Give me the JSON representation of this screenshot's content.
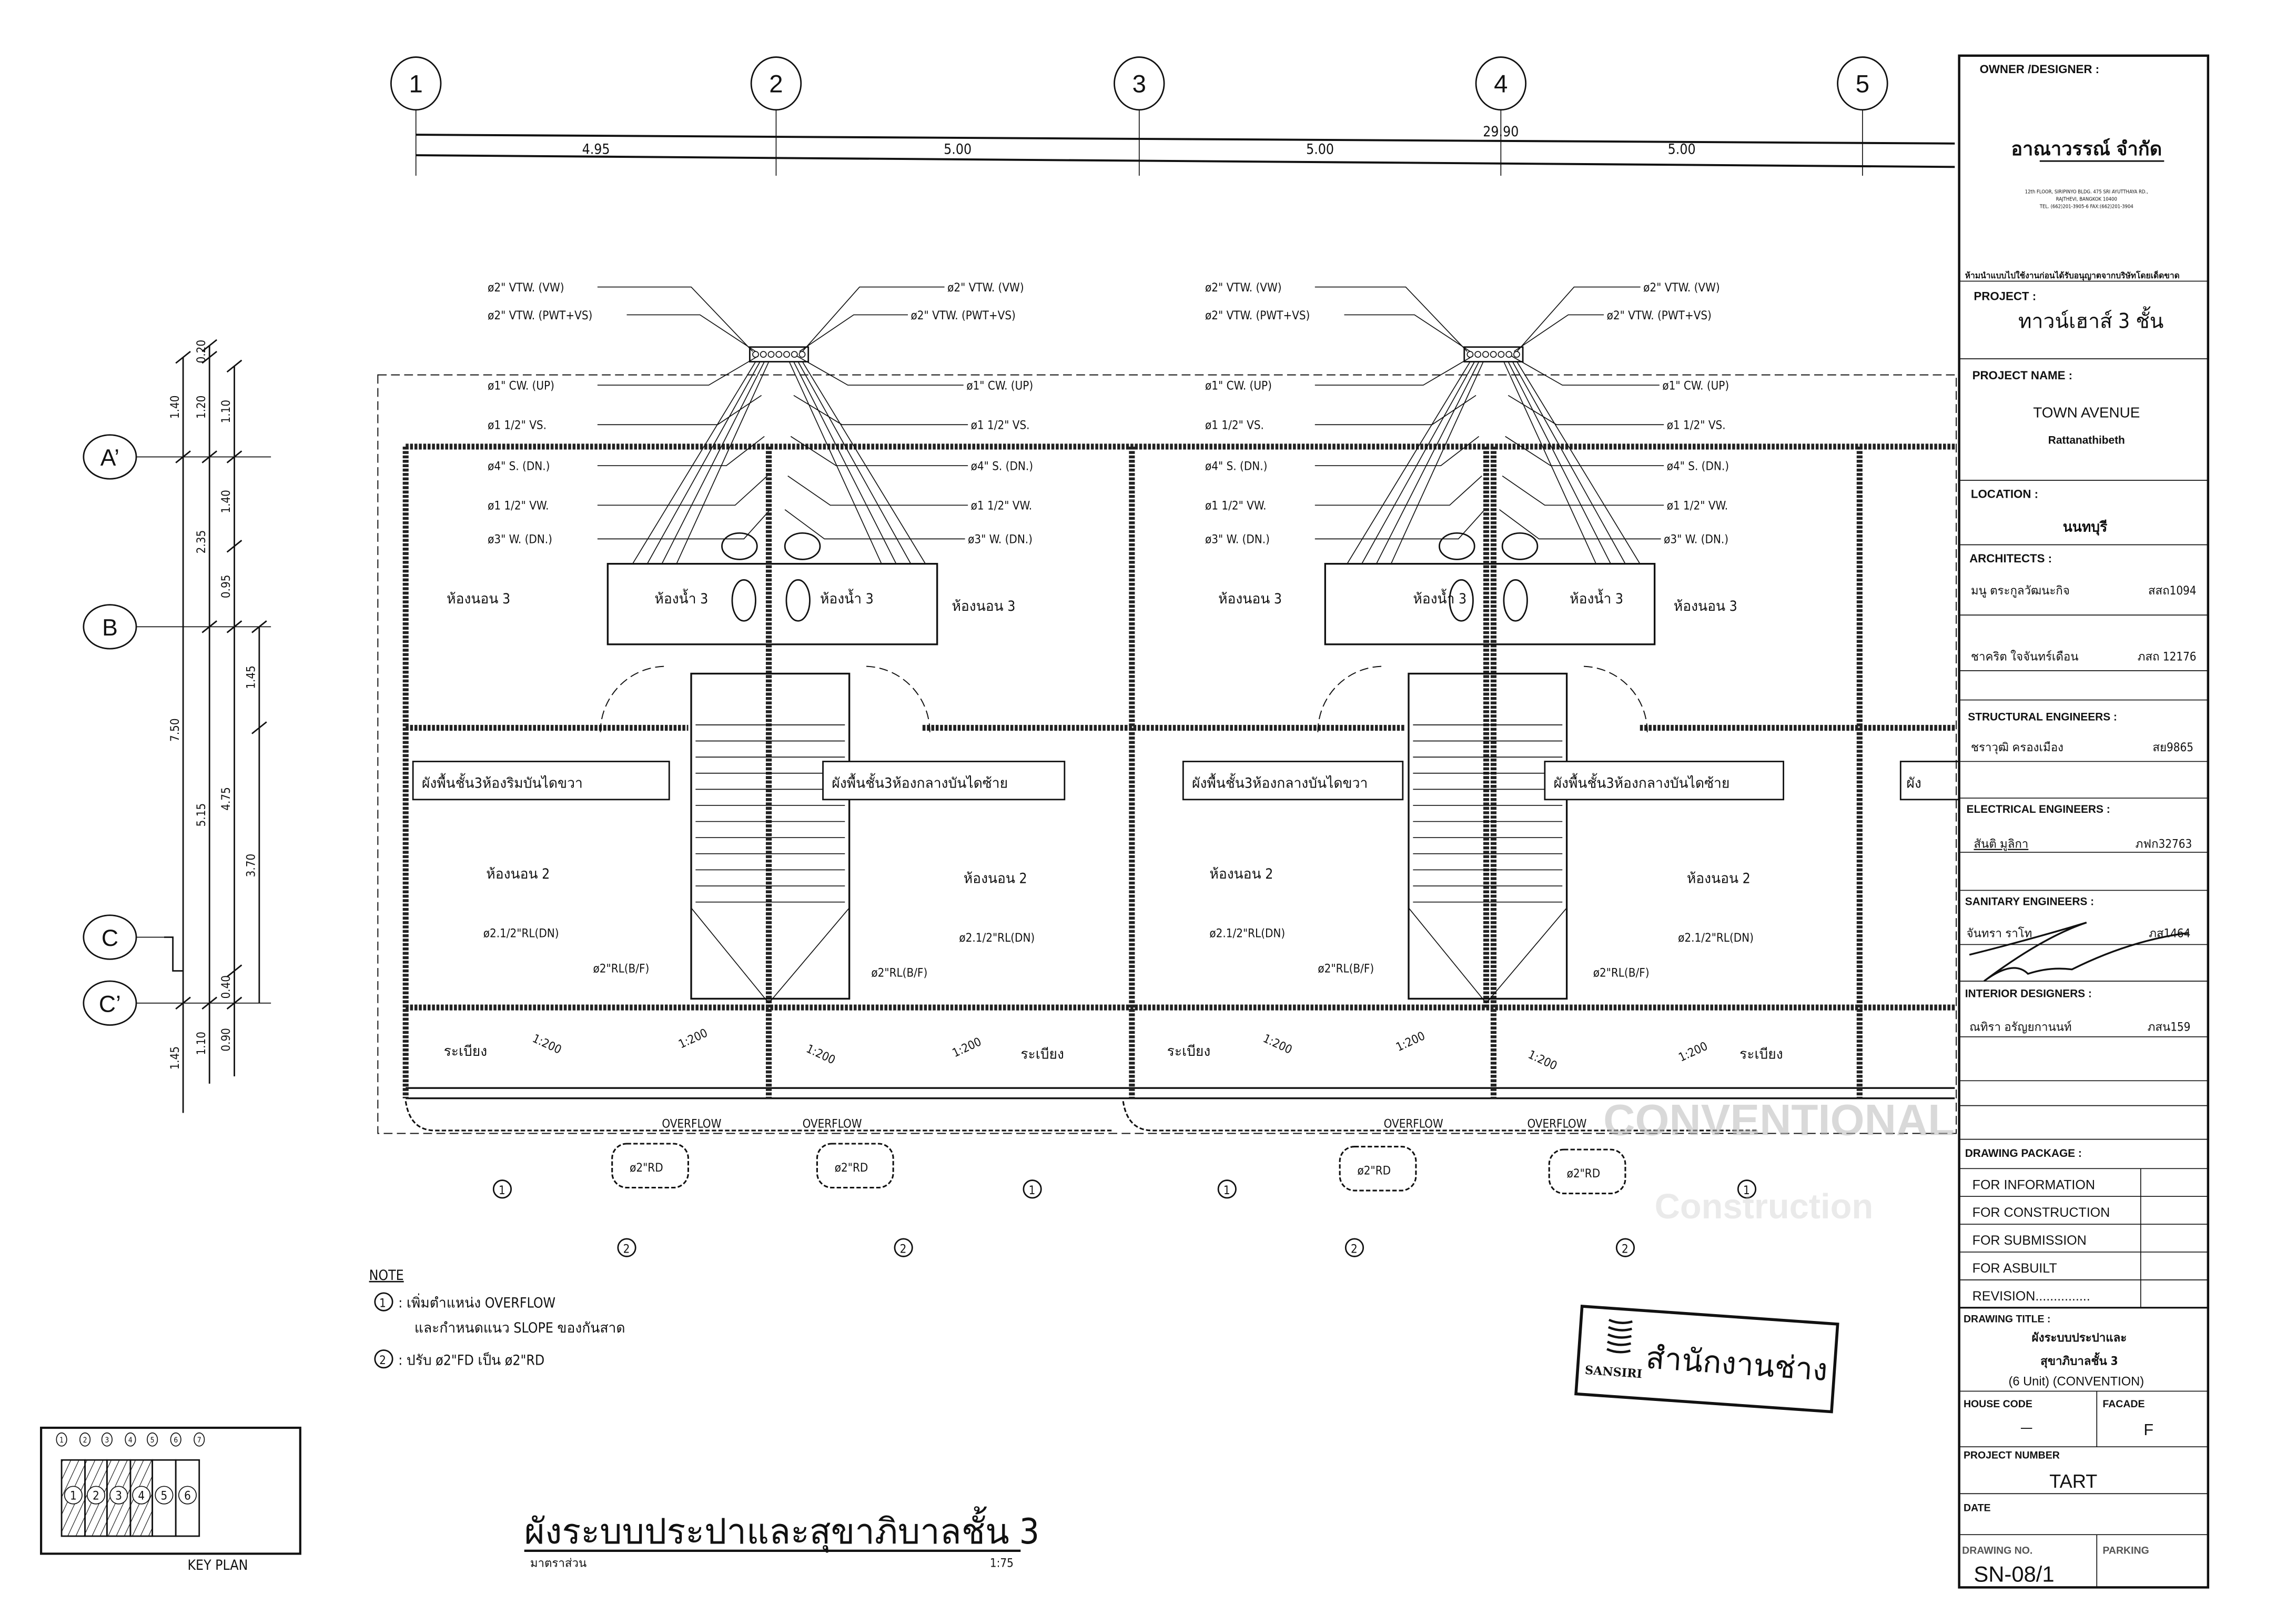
{
  "grid": {
    "columns": [
      "1",
      "2",
      "3",
      "4",
      "5"
    ],
    "rows": [
      "A’",
      "B",
      "C",
      "C’"
    ],
    "spans": [
      "4.95",
      "5.00",
      "5.00",
      "5.00"
    ],
    "overall": "29.90",
    "vertical_dims": {
      "chain1": [
        "1.40",
        "7.50",
        "1.45"
      ],
      "chain2": [
        "0.20",
        "1.20",
        "2.35",
        "5.15",
        "1.10"
      ],
      "chain3": [
        "1.10",
        "1.40",
        "0.95",
        "4.75",
        "0.40",
        "0.90"
      ],
      "chain4": [
        "1.45",
        "3.70"
      ]
    }
  },
  "pipes": {
    "left": [
      "ø2\" VTW. (VW)",
      "ø2\" VTW. (PWT+VS)",
      "ø1\" CW. (UP)",
      "ø1 1/2\" VS.",
      "ø4\" S. (DN.)",
      "ø1 1/2\" VW.",
      "ø3\" W. (DN.)"
    ],
    "right": [
      "ø2\" VTW. (VW)",
      "ø2\" VTW. (PWT+VS)",
      "ø1\" CW. (UP)",
      "ø1 1/2\" VS.",
      "ø4\" S. (DN.)",
      "ø1 1/2\" VW.",
      "ø3\" W. (DN.)"
    ]
  },
  "rooms": {
    "bedroom3": "ห้องนอน 3",
    "bathroom3": "ห้องน้ำ 3",
    "bedroom2": "ห้องนอน 2",
    "balcony": "ระเบียง"
  },
  "plan_tags": [
    "ผังพื้นชั้น3ห้องริมบันไดขวา",
    "ผังพื้นชั้น3ห้องกลางบันไดซ้าย",
    "ผังพื้นชั้น3ห้องกลางบันไดขวา",
    "ผังพื้นชั้น3ห้องกลางบันไดซ้าย",
    "ผัง"
  ],
  "balcony_notes": {
    "rl_dn": "ø2.1/2\"RL(DN)",
    "rl_bf": "ø2\"RL(B/F)",
    "slope": "1:200",
    "overflow": "OVERFLOW",
    "rd": "ø2\"RD",
    "callout1": "1",
    "callout2": "2"
  },
  "notes": {
    "heading": "NOTE",
    "n1_num": "1",
    "n1_line1": ": เพิ่มตำแหน่ง OVERFLOW",
    "n1_line2": "และกำหนดแนว SLOPE  ของกันสาด",
    "n2_num": "2",
    "n2_line1": ": ปรับ ø2\"FD  เป็น ø2\"RD"
  },
  "key_plan": {
    "label": "KEY PLAN",
    "grid_numbers": [
      "1",
      "2",
      "3",
      "4",
      "5",
      "6",
      "7"
    ],
    "units": [
      "1",
      "2",
      "3",
      "4",
      "5",
      "6"
    ],
    "highlighted_units": 4
  },
  "drawing_title": {
    "title": "ผังระบบประปาและสุขาภิบาลชั้น 3",
    "scale_label": "มาตราส่วน",
    "scale": "1:75"
  },
  "stamp": {
    "brand": "SANSIRI",
    "office": "สำนักงานช่าง",
    "watermark1": "CONVENTIONAL",
    "watermark2": "Construction"
  },
  "title_block": {
    "owner_label": "OWNER /DESIGNER :",
    "owner_name": "อาณาวรรณ์ จำกัด",
    "owner_addr1": "12th FLOOR, SIRIPINYO BLDG. 475 SRI AYUTTHAYA RD.,",
    "owner_addr2": "RAJTHEVI, BANGKOK 10400",
    "owner_addr3": "TEL. (662)201-3905-6 FAX:(662)201-3904",
    "disclaimer": "ห้ามนำแบบไปใช้งานก่อนได้รับอนุญาตจากบริษัทโดยเด็ดขาด",
    "project_label": "PROJECT :",
    "project": "ทาวน์เฮาส์ 3 ชั้น",
    "project_name_label": "PROJECT NAME :",
    "project_name": "TOWN AVENUE",
    "project_sub": "Rattanathibeth",
    "location_label": "LOCATION :",
    "location": "นนทบุรี",
    "architects_label": "ARCHITECTS :",
    "architect1_name": "มนู  ตระกูลวัฒนะกิจ",
    "architect1_lic": "สสถ1094",
    "architect2_name": "ชาคริต  ใจจันทร์เดือน",
    "architect2_lic": "ภสถ 12176",
    "structural_label": "STRUCTURAL ENGINEERS :",
    "structural_name": "ชราวุฒิ  ครองเมือง",
    "structural_lic": "สย9865",
    "electrical_label": "ELECTRICAL ENGINEERS :",
    "electrical_name": "สันติ มูลิกา",
    "electrical_lic": "ภฟก32763",
    "sanitary_label": "SANITARY ENGINEERS :",
    "sanitary_name": "จันทรา  ราโท",
    "sanitary_lic": "ภส1464",
    "interior_label": "INTERIOR DESIGNERS :",
    "interior_name": "ณทิรา  อรัญยกานนท์",
    "interior_lic": "ภสน159",
    "package_label": "DRAWING PACKAGE :",
    "package_items": [
      "FOR  INFORMATION",
      "FOR  CONSTRUCTION",
      "FOR  SUBMISSION",
      "FOR  ASBUILT",
      "REVISION..............."
    ],
    "title_label": "DRAWING TITLE :",
    "title_line1": "ผังระบบประปาและ",
    "title_line2": "สุขาภิบาลชั้น 3",
    "title_line3": "(6 Unit)   (CONVENTION)",
    "house_code_label": "HOUSE CODE",
    "house_code": "—",
    "facade_label": "FACADE",
    "facade": "F",
    "project_number_label": "PROJECT NUMBER",
    "project_number": "TART",
    "date_label": "DATE",
    "drawing_no_label": "DRAWING NO.",
    "drawing_no": "SN-08/1",
    "parking_label": "PARKING"
  }
}
